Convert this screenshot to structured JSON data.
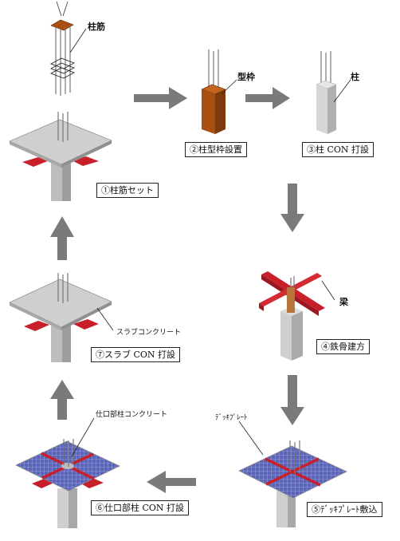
{
  "steps": {
    "s1": "①柱筋セット",
    "s2": "②柱型枠設置",
    "s3": "③柱 CON 打設",
    "s4": "④鉄骨建方",
    "s5": "⑤ﾃﾞｯｷﾌﾟﾚｰﾄ敷込",
    "s6": "⑥仕口部柱 CON 打設",
    "s7": "⑦スラブ CON 打設"
  },
  "callouts": {
    "rebar": "柱筋",
    "formwork": "型枠",
    "column": "柱",
    "beam": "梁",
    "deck": "ﾃﾞｯｷﾌﾟﾚｰﾄ",
    "joint": "仕口部柱コンクリート",
    "slab": "スラブコンクリート"
  },
  "colors": {
    "arrow": "#7a7a7a",
    "steel": "#c8202a",
    "slab": "#c9c9c9",
    "deck": "#5a64b8",
    "formwork": "#a94f12",
    "column": "#d6d6d6"
  }
}
